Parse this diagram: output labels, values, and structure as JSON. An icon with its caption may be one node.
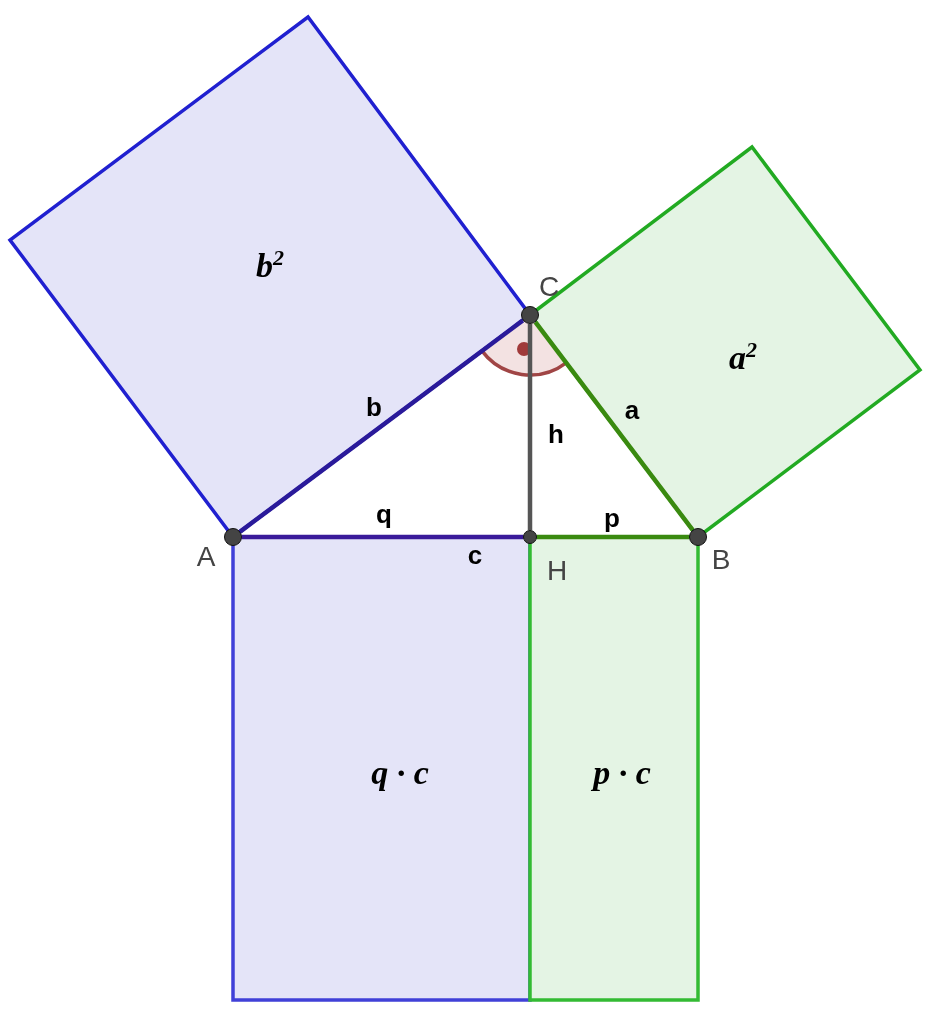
{
  "diagram": {
    "nodes": [
      {
        "text": [
          "b$^{2}$"
        ]
      },
      {
        "text": [
          "a$^{2}$"
        ]
      },
      {
        "text": [],
        "shape": "circle",
        "beside": [
          "C"
        ]
      },
      {
        "text": [],
        "shape": "circle",
        "beside": [
          "A"
        ]
      },
      {
        "text": [],
        "shape": "circle"
      },
      {
        "text": [],
        "shape": "circle",
        "beside": [
          "B"
        ]
      },
      {
        "text": [
          "q · c"
        ]
      },
      {
        "text": [
          "p · c"
        ]
      }
    ],
    "edges": [
      {
        "from": 3,
        "to": 2,
        "arrow": "none",
        "label": "b",
        "color": "#2a1a9a"
      },
      {
        "from": 2,
        "to": 5,
        "arrow": "none",
        "label": "a",
        "color": "#3a8a10"
      },
      {
        "from": 2,
        "to": 4,
        "arrow": "none",
        "label": "h",
        "color": "#555555"
      },
      {
        "from": 3,
        "to": 4,
        "arrow": "none",
        "label": "q",
        "color": "#3a1a9a"
      },
      {
        "from": 4,
        "to": 5,
        "arrow": "none",
        "label": "p",
        "color": "#3a8a10"
      }
    ],
    "labels": [
      "c",
      "H"
    ]
  }
}
